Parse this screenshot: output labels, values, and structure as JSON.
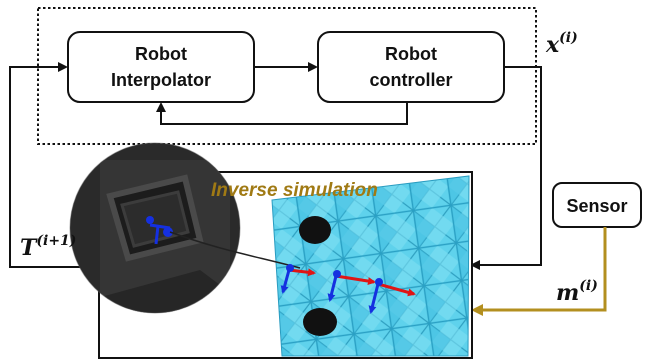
{
  "blocks": {
    "interpolator_line1": "Robot",
    "interpolator_line2": "Interpolator",
    "controller_line1": "Robot",
    "controller_line2": "controller",
    "sensor": "Sensor"
  },
  "labels": {
    "x_base": "x",
    "x_sup": "(i)",
    "t_base": "T",
    "t_sup": "(i+1)",
    "m_base": "m",
    "m_sup": "(i)",
    "simulation_title": "Inverse simulation"
  },
  "colors": {
    "sensor_feedback": "#b38f1f",
    "simulation_title": "#a07a14",
    "mesh": "#5fd2ec",
    "force_red": "#e01515",
    "force_blue": "#1530e0"
  }
}
